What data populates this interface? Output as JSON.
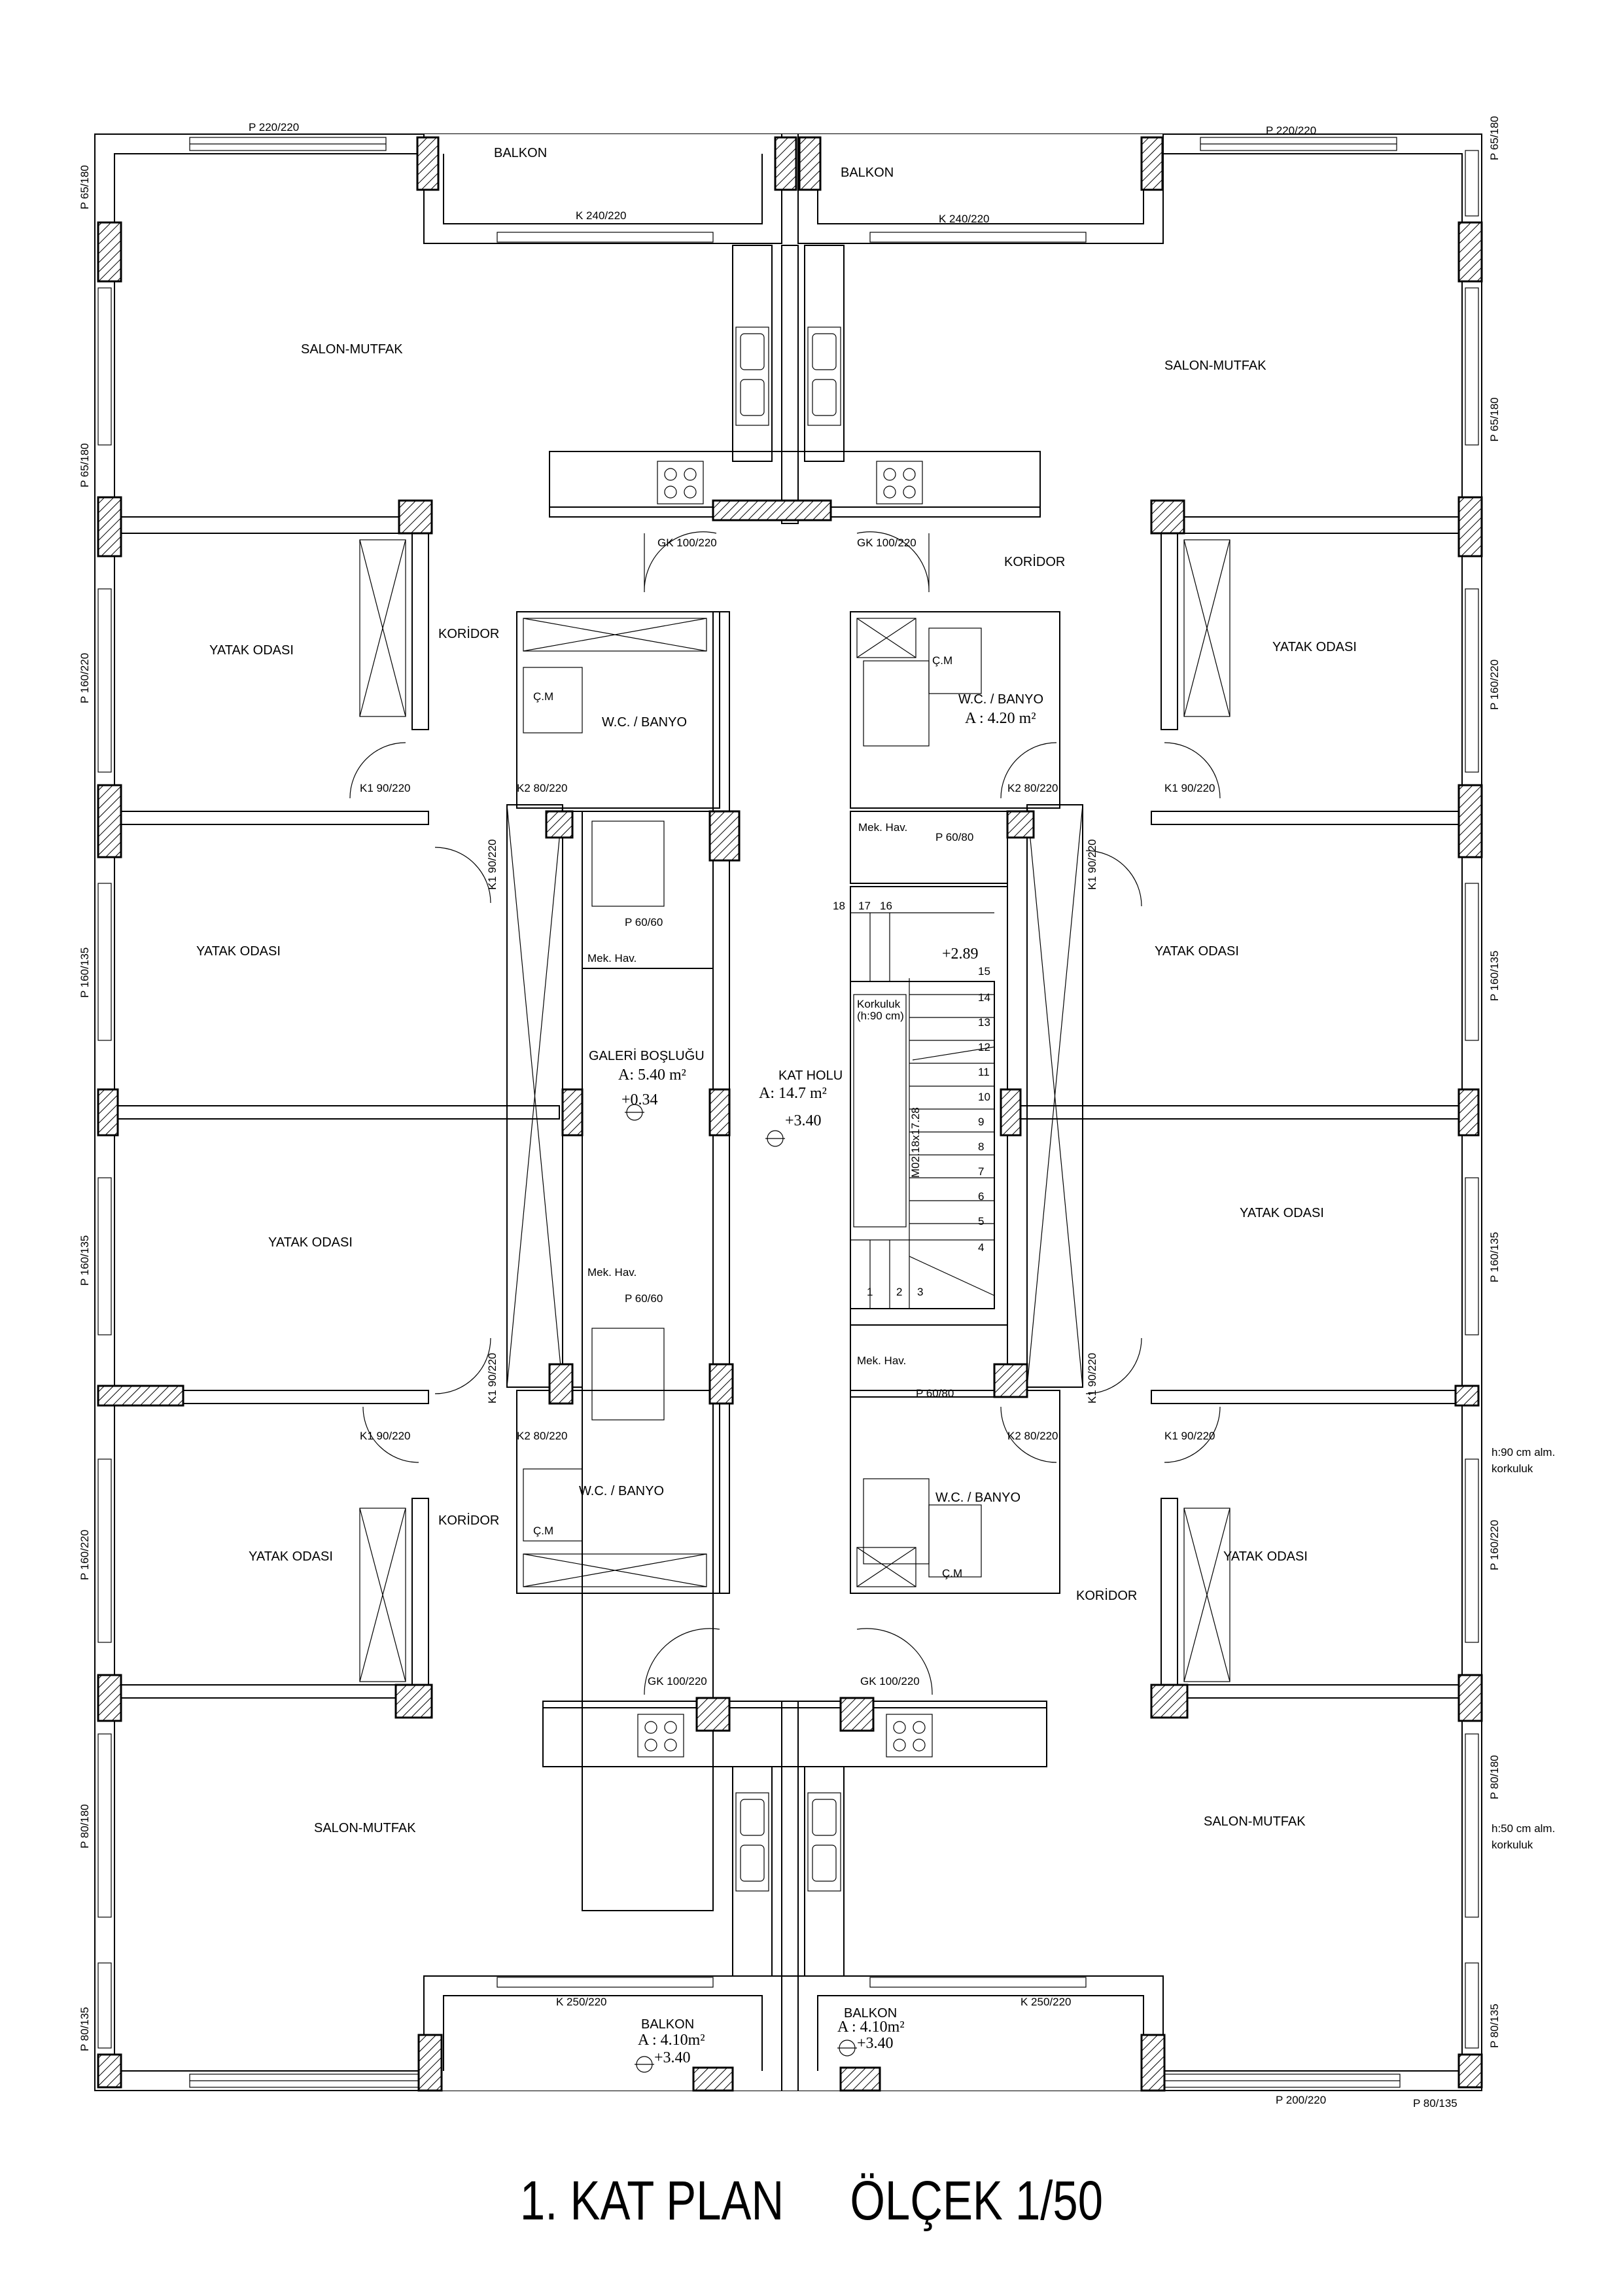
{
  "title": {
    "plan_name": "1. KAT PLAN",
    "scale": "ÖLÇEK 1/50"
  },
  "rooms": {
    "salon_tl": "SALON-MUTFAK",
    "salon_tr": "SALON-MUTFAK",
    "salon_bl": "SALON-MUTFAK",
    "salon_br": "SALON-MUTFAK",
    "balkon_tl": "BALKON",
    "balkon_tr": "BALKON",
    "balkon_bl": "BALKON",
    "balkon_br": "BALKON",
    "balkon_bl_area": "A : 4.10m²",
    "balkon_br_area": "A : 4.10m²",
    "balkon_bl_level": "+3.40",
    "balkon_br_level": "+3.40",
    "yatak_l1": "YATAK ODASI",
    "yatak_l2": "YATAK ODASI",
    "yatak_l3": "YATAK ODASI",
    "yatak_l4": "YATAK ODASI",
    "yatak_r1": "YATAK ODASI",
    "yatak_r2": "YATAK ODASI",
    "yatak_r3": "YATAK ODASI",
    "yatak_r4": "YATAK ODASI",
    "koridor_tl": "KORİDOR",
    "koridor_tr": "KORİDOR",
    "koridor_bl": "KORİDOR",
    "koridor_br": "KORİDOR",
    "wc_tl": "W.C. / BANYO",
    "wc_tr": "W.C. / BANYO",
    "wc_tr_area": "A : 4.20 m²",
    "wc_bl": "W.C. / BANYO",
    "wc_br": "W.C. / BANYO",
    "cm": "Ç.M",
    "mek_hav": "Mek. Hav.",
    "galeri": "GALERİ BOŞLUĞU",
    "galeri_area": "A: 5.40 m²",
    "galeri_level": "+0.34",
    "kat_holu": "KAT HOLU",
    "kat_holu_area": "A: 14.7 m²",
    "kat_holu_level": "+3.40",
    "stair_level": "+2.89",
    "korkuluk": "Korkuluk",
    "korkuluk_h": "(h:90 cm)",
    "stair_note": "M02.18x17.28"
  },
  "openings": {
    "p220_220": "P 220/220",
    "p65_180": "P 65/180",
    "p160_220": "P 160/220",
    "p160_135": "P 160/135",
    "p80_180": "P 80/180",
    "p80_135": "P 80/135",
    "p200_220": "P 200/220",
    "k240_220": "K 240/220",
    "k250_220": "K 250/220",
    "gk100_220": "GK 100/220",
    "k1_90_220": "K1 90/220",
    "k2_80_220": "K2 80/220",
    "p60_60": "P 60/60",
    "p60_80": "P 60/80"
  },
  "notes": {
    "railing_90_a": "h:90 cm alm.",
    "railing_90_b": "korkuluk",
    "railing_50_a": "h:50 cm alm.",
    "railing_50_b": "korkuluk"
  },
  "stair_steps": [
    "1",
    "2",
    "3",
    "4",
    "5",
    "6",
    "7",
    "8",
    "9",
    "10",
    "11",
    "12",
    "13",
    "14",
    "15",
    "16",
    "17",
    "18"
  ]
}
